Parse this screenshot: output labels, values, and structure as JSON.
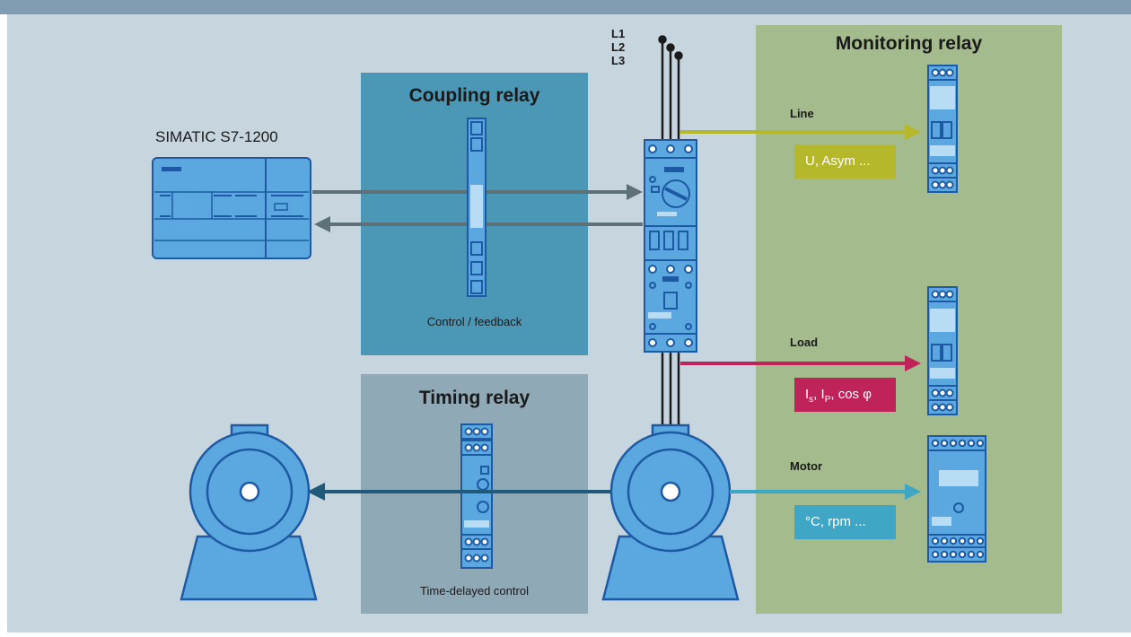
{
  "header": {
    "title": ""
  },
  "panels": {
    "coupling": {
      "title": "Coupling relay",
      "caption": "Control / feedback"
    },
    "timing": {
      "title": "Timing relay",
      "caption": "Time-delayed control"
    },
    "monitoring": {
      "title": "Monitoring relay"
    }
  },
  "plc": {
    "label": "SIMATIC S7-1200"
  },
  "phases": [
    "L1",
    "L2",
    "L3"
  ],
  "signals": [
    {
      "name": "Line",
      "measure": "U, Asym ...",
      "color": "#b5b82a"
    },
    {
      "name": "Load",
      "measure_parts": [
        "I",
        "s",
        ", I",
        "P",
        ", cos φ"
      ],
      "color": "#c0235a"
    },
    {
      "name": "Motor",
      "measure": "°C, rpm ...",
      "color": "#3fa6c6"
    }
  ],
  "colors": {
    "background": "#c7d5df",
    "header": "#7f9cb0",
    "coupling_panel": "#4b98b6",
    "timing_panel": "#8fa9b6",
    "monitoring_panel": "#a4bb8e",
    "device": "#5aa8df",
    "device_dark": "#1d5aa3",
    "arrow_gray": "#5e7078",
    "arrow_motor": "#1f5a7a"
  }
}
